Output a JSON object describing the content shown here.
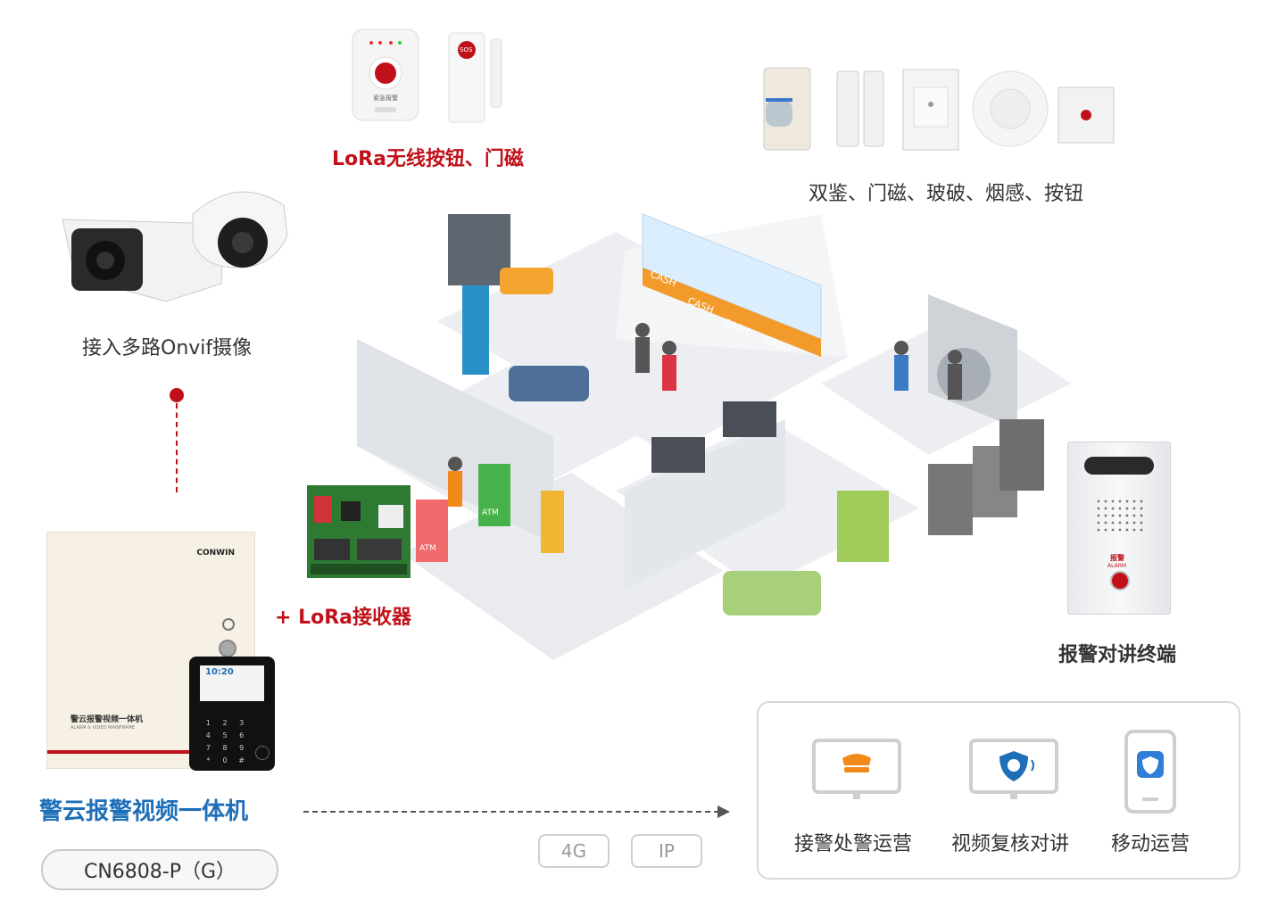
{
  "devices": {
    "lora_buttons_label": "LoRa无线按钮、门磁",
    "detectors_label": "双鉴、门磁、玻破、烟感、按钮",
    "cameras_label": "接入多路Onvif摄像",
    "receiver_label": "+ LoRa接收器",
    "intercom_label": "报警对讲终端",
    "intercom_sign": "报警",
    "intercom_sign_en": "ALARM",
    "button_sign": "紧急报警",
    "sos_text": "SOS"
  },
  "host": {
    "name": "警云报警视频一体机",
    "model": "CN6808-P（G）",
    "brand": "CONWIN",
    "box_title": "警云报警视频一体机",
    "box_subtitle": "ALARM & VIDEO MAINFRAME",
    "keypad_time": "10:20",
    "keypad_keys": [
      "1",
      "2",
      "3",
      "4",
      "5",
      "6",
      "7",
      "8",
      "9",
      "*",
      "0",
      "#"
    ]
  },
  "scene": {
    "cash_signs": [
      "CASH",
      "CASH",
      "CASH",
      "CASH"
    ],
    "atm_signs": [
      "ATM",
      "ATM"
    ]
  },
  "network": [
    "4G",
    "IP"
  ],
  "services": [
    {
      "label": "接警处警运营",
      "icon": "police-cap-icon"
    },
    {
      "label": "视频复核对讲",
      "icon": "video-shield-icon"
    },
    {
      "label": "移动运营",
      "icon": "mobile-app-icon"
    }
  ],
  "colors": {
    "accent_red": "#c0111a",
    "accent_blue": "#1f6fb8",
    "orange": "#f28a1b"
  }
}
